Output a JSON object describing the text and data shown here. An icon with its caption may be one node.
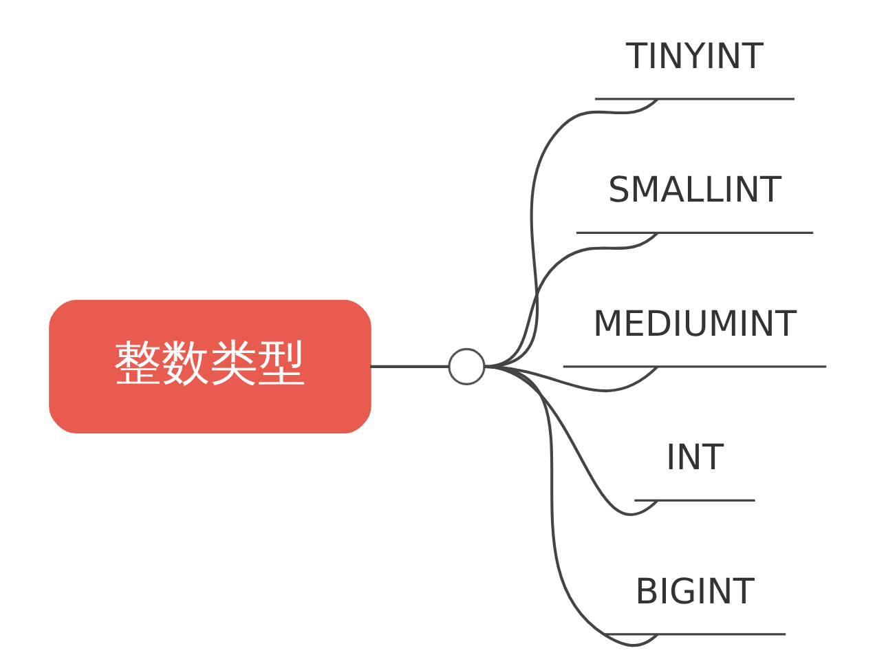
{
  "diagram": {
    "nodes": [
      {
        "text": [
          "整数类型"
        ]
      },
      {
        "text": [],
        "shape": "circle"
      },
      {
        "text": [
          "TINYINT"
        ]
      },
      {
        "text": [
          "SMALLINT"
        ]
      },
      {
        "text": [
          "MEDIUMINT"
        ]
      },
      {
        "text": [
          "INT"
        ]
      },
      {
        "text": [
          "BIGINT"
        ]
      }
    ],
    "edges": [
      {
        "from": 0,
        "to": 1,
        "arrow": "none"
      },
      {
        "from": 1,
        "to": 2,
        "arrow": "none"
      },
      {
        "from": 1,
        "to": 3,
        "arrow": "none"
      },
      {
        "from": 1,
        "to": 4,
        "arrow": "none"
      },
      {
        "from": 1,
        "to": 5,
        "arrow": "none"
      },
      {
        "from": 1,
        "to": 6,
        "arrow": "none"
      }
    ]
  }
}
